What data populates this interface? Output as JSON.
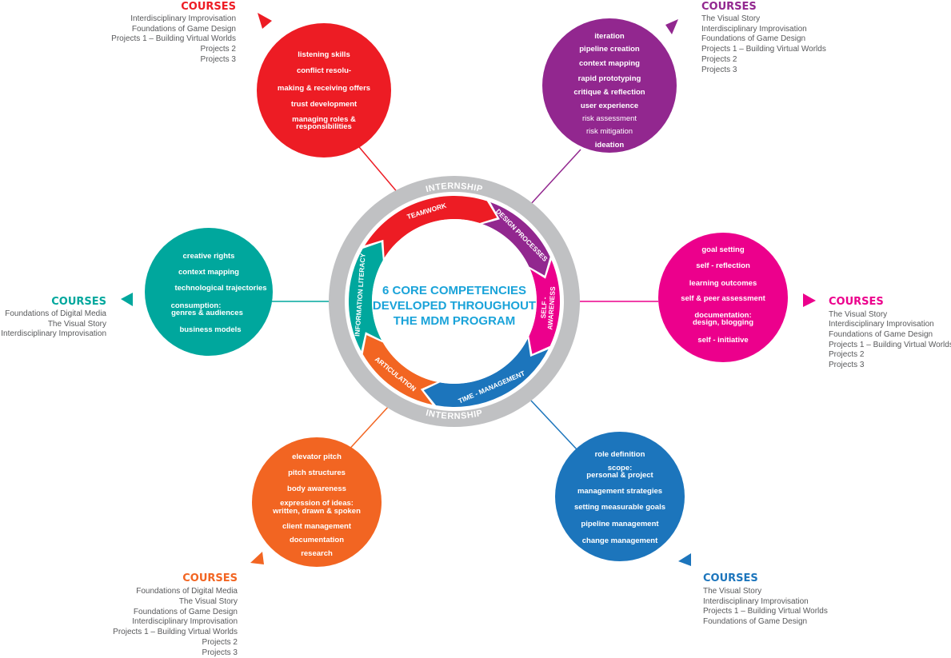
{
  "center": {
    "title_lines": [
      "6 CORE COMPETENCIES",
      "DEVELOPED THROUGHOUT",
      "THE MDM PROGRAM"
    ],
    "ring_label_top": "INTERNSHIP",
    "ring_label_bottom": "INTERNSHIP",
    "color": "#1aa3d9"
  },
  "competencies": [
    {
      "id": "teamwork",
      "label": "TEAMWORK",
      "color": "#ed1c24",
      "items": [
        "listening skills",
        "conflict resolu-",
        "making & receiving offers",
        "trust development",
        "managing roles &",
        "responsibilities"
      ],
      "courses_title": "COURSES",
      "courses": [
        "Interdisciplinary Improvisation",
        "Foundations of Game Design",
        "Projects 1 – Building Virtual Worlds",
        "Projects 2",
        "Projects 3"
      ]
    },
    {
      "id": "design-processes",
      "label": "DESIGN PROCESSES",
      "color": "#92278f",
      "items": [
        "iteration",
        "pipeline creation",
        "context mapping",
        "rapid prototyping",
        "critique & reflection",
        "user experience",
        "risk assessment",
        "risk mitigation",
        "ideation"
      ],
      "courses_title": "COURSES",
      "courses": [
        "The Visual Story",
        "Interdisciplinary Improvisation",
        "Foundations of Game Design",
        "Projects 1 – Building Virtual Worlds",
        "Projects 2",
        "Projects 3"
      ]
    },
    {
      "id": "self-awareness",
      "label_lines": [
        "SELF -",
        "AWARENESS"
      ],
      "color": "#ec008c",
      "items": [
        "goal setting",
        "self - reflection",
        "learning outcomes",
        "self & peer assessment",
        "documentation:",
        "design, blogging",
        "self - initiative"
      ],
      "courses_title": "COURSES",
      "courses": [
        "The Visual Story",
        "Interdisciplinary Improvisation",
        "Foundations of Game Design",
        "Projects 1 – Building Virtual Worlds",
        "Projects 2",
        "Projects 3"
      ]
    },
    {
      "id": "time-management",
      "label": "TIME - MANAGEMENT",
      "color": "#1c75bc",
      "items": [
        "role definition",
        "scope:",
        "personal & project",
        "management strategies",
        "setting measurable goals",
        "pipeline management",
        "change management"
      ],
      "courses_title": "COURSES",
      "courses": [
        "The Visual Story",
        "Interdisciplinary Improvisation",
        "Projects 1 – Building Virtual Worlds",
        "Foundations of Game Design"
      ]
    },
    {
      "id": "articulation",
      "label": "ARTICULATION",
      "color": "#f26522",
      "items": [
        "elevator pitch",
        "pitch structures",
        "body awareness",
        "expression of ideas:",
        "written, drawn & spoken",
        "client management",
        "documentation",
        "research"
      ],
      "courses_title": "COURSES",
      "courses": [
        "Foundations of Digital Media",
        "The Visual Story",
        "Foundations of Game Design",
        "Interdisciplinary Improvisation",
        "Projects 1 – Building Virtual Worlds",
        "Projects 2",
        "Projects 3"
      ]
    },
    {
      "id": "information-literacy",
      "label": "INFORMATION LITERACY",
      "color": "#00a79d",
      "items": [
        "creative rights",
        "context mapping",
        "technological trajectories",
        "consumption:",
        "genres & audiences",
        "business models"
      ],
      "courses_title": "COURSES",
      "courses": [
        "Foundations of Digital Media",
        "The Visual Story",
        "Interdisciplinary Improvisation"
      ]
    }
  ],
  "colors": {
    "ring_gray": "#c0c1c3",
    "course_text": "#58595b"
  }
}
